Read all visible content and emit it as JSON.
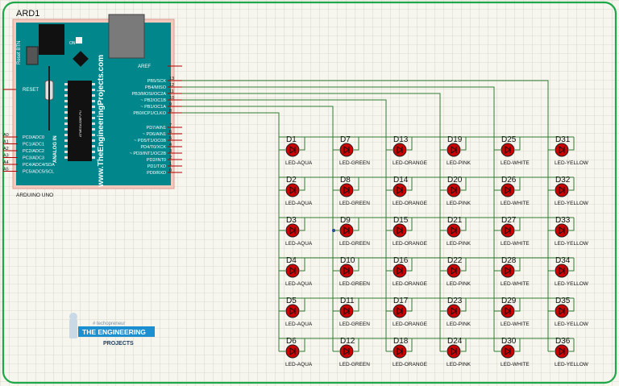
{
  "title": "ARD1",
  "board": {
    "name": "ARDUINO UNO",
    "site": "www.TheEngineeringProjects.com",
    "reset_btn": "Reset BTN",
    "on_label": "ON",
    "reset_label": "RESET",
    "analog_in": "ANALOG IN",
    "chip_label": "ATMEGA328P-PU",
    "aref": "AREF",
    "digital_pins": [
      {
        "label": "PB5/SCK",
        "num": "13"
      },
      {
        "label": "PB4/MISO",
        "num": "12"
      },
      {
        "label": "PB3/MOSI/OC2A",
        "num": "11"
      },
      {
        "label": "~ PB2/OC1B",
        "num": "10"
      },
      {
        "label": "~ PB1/OC1A",
        "num": "9"
      },
      {
        "label": "PB0/ICP1/CLKO",
        "num": "8"
      },
      {
        "label": "PD7/AIN1",
        "num": "7"
      },
      {
        "label": "~ PD6/AIN1",
        "num": "6"
      },
      {
        "label": "~ PD5/T1/OC0B",
        "num": "5"
      },
      {
        "label": "PD4/T0/XCK",
        "num": "4"
      },
      {
        "label": "~ PD3/INT1/OC2B",
        "num": "3"
      },
      {
        "label": "PD2/INT0",
        "num": "2"
      },
      {
        "label": "PD1/TXD",
        "num": "1"
      },
      {
        "label": "PD0/RXD",
        "num": "0"
      }
    ],
    "analog_pins": [
      {
        "label": "PC0/ADC0",
        "num": "A0"
      },
      {
        "label": "PC1/ADC1",
        "num": "A1"
      },
      {
        "label": "PC2/ADC2",
        "num": "A2"
      },
      {
        "label": "PC3/ADC3",
        "num": "A3"
      },
      {
        "label": "PC4/ADC4/SDA",
        "num": "A4"
      },
      {
        "label": "PC5/ADC5/SCL",
        "num": "A5"
      }
    ]
  },
  "logo": {
    "tag": "# techopreneur",
    "line1": "THE ENGINEERING",
    "line2": "PROJECTS"
  },
  "led_columns": [
    {
      "type": "LED-AQUA",
      "ids": [
        "D1",
        "D2",
        "D3",
        "D4",
        "D5",
        "D6"
      ]
    },
    {
      "type": "LED-GREEN",
      "ids": [
        "D7",
        "D8",
        "D9",
        "D10",
        "D11",
        "D12"
      ]
    },
    {
      "type": "LED-ORANGE",
      "ids": [
        "D13",
        "D14",
        "D15",
        "D16",
        "D17",
        "D18"
      ]
    },
    {
      "type": "LED-PINK",
      "ids": [
        "D19",
        "D20",
        "D21",
        "D22",
        "D23",
        "D24"
      ]
    },
    {
      "type": "LED-WHITE",
      "ids": [
        "D25",
        "D26",
        "D27",
        "D28",
        "D29",
        "D30"
      ]
    },
    {
      "type": "LED-YELLOW",
      "ids": [
        "D31",
        "D32",
        "D33",
        "D34",
        "D35",
        "D36"
      ]
    }
  ],
  "colors": {
    "frame": "#1fa84a",
    "board": "#00868b",
    "wire": "#2e7d32",
    "led_fill": "#cc0000",
    "grid": "#d3d1c2"
  }
}
